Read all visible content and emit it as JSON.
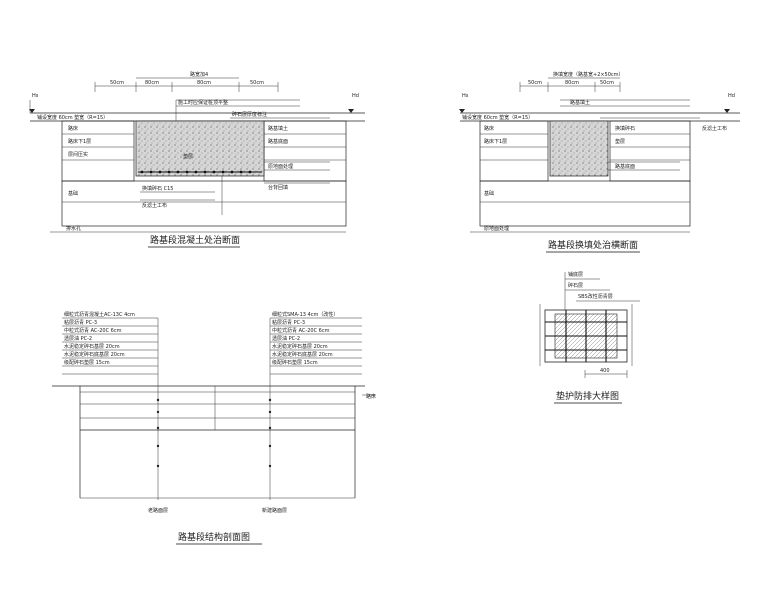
{
  "drawing1": {
    "title": "路基段混凝土处治断面",
    "dims": [
      "50cm",
      "80cm",
      "80cm",
      "50cm"
    ],
    "top_label": "路宽加4",
    "left_mark": "Hs",
    "right_mark": "Hd",
    "notes": [
      "铺设宽度 60cm 垫宽（R=15）",
      "路床",
      "路床下1层",
      "层间压实",
      "垫层",
      "基础",
      "施工时应保证桩顶平整",
      "碎石层厚度标注",
      "路基填土",
      "路基底面",
      "原地面处理",
      "台背回填",
      "换填碎石 C15",
      "反滤土工布",
      "排水孔"
    ]
  },
  "drawing2": {
    "title": "路基段换填处治横断面",
    "dims": [
      "50cm",
      "80cm",
      "50cm"
    ],
    "top_label": "换填宽度（路基宽+2×50cm）",
    "left_mark": "Hs",
    "right_mark": "Hd",
    "notes": [
      "铺设宽度 60cm 垫宽（R=15）",
      "路床",
      "路床下1层",
      "换填碎石",
      "垫层",
      "基础",
      "路基填土",
      "路基底面",
      "原地面处理",
      "反滤土工布"
    ]
  },
  "drawing3": {
    "title": "路基段结构剖面图",
    "left_layers": [
      "细粒式沥青混凝土AC-13C 4cm",
      "粘层沥青 PC-3",
      "中粒式沥青 AC-20C 6cm",
      "透层油 PC-2",
      "水泥稳定碎石基层 20cm",
      "水泥稳定碎石底基层 20cm",
      "级配碎石垫层 15cm"
    ],
    "right_layers": [
      "细粒式SMA-13 4cm（改性）",
      "粘层沥青 PC-3",
      "中粒式沥青 AC-20C 6cm",
      "透层油 PC-2",
      "水泥稳定碎石基层 20cm",
      "水泥稳定碎石底基层 20cm",
      "级配碎石垫层 15cm"
    ],
    "side_label": "路床",
    "bottom_left": "老路面层",
    "bottom_right": "新建路面层"
  },
  "drawing4": {
    "title": "垫护防排大样图",
    "labels": [
      "铺底层",
      "碎石层",
      "SBS改性沥青层"
    ],
    "dim": "400"
  }
}
